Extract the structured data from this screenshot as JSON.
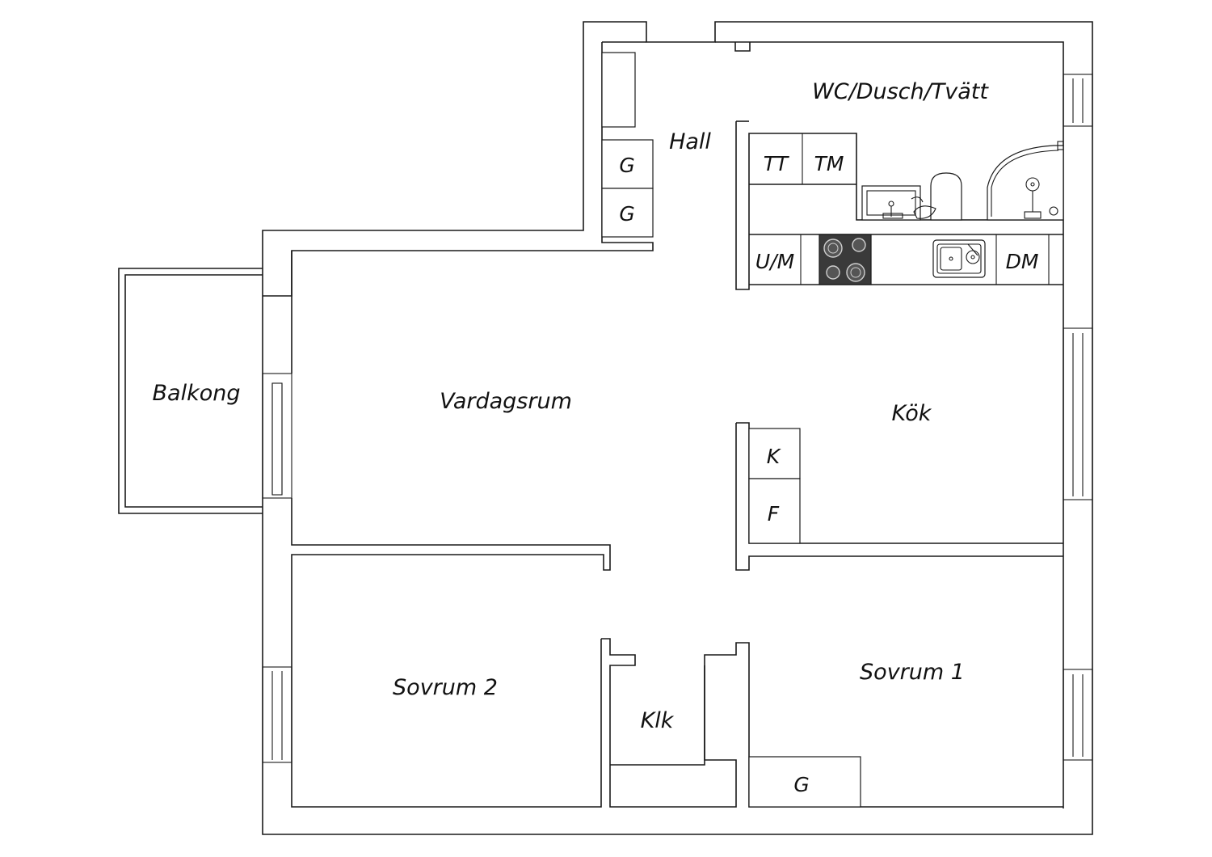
{
  "rooms": {
    "hall": "Hall",
    "wc": "WC/Dusch/Tvätt",
    "balkong": "Balkong",
    "vardagsrum": "Vardagsrum",
    "kok": "Kök",
    "sovrum1": "Sovrum 1",
    "sovrum2": "Sovrum 2",
    "klk": "Klk"
  },
  "fixtures": {
    "hall_g1": "G",
    "hall_g2": "G",
    "tt": "TT",
    "tm": "TM",
    "um": "U/M",
    "dm": "DM",
    "k": "K",
    "f": "F",
    "sovrum1_g": "G"
  },
  "colors": {
    "wall": "#1a1a1a",
    "stove": "#3a3a3a",
    "background": "#ffffff"
  }
}
